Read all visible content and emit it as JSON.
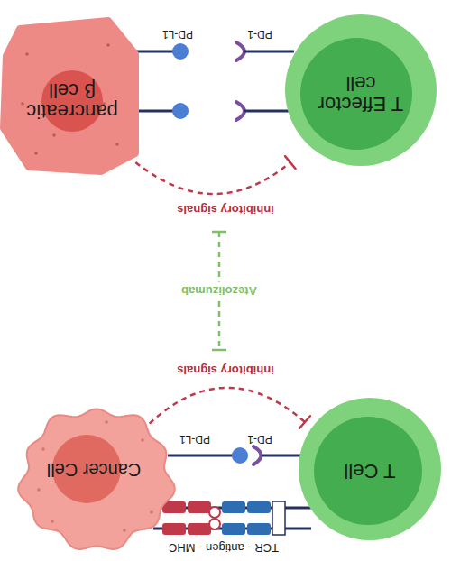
{
  "diagram": {
    "nodes": [
      {
        "text": [
          "T Cell"
        ]
      },
      {
        "text": [
          "Cancer Cell"
        ]
      },
      {
        "text": [
          "T Effector cell"
        ]
      },
      {
        "text": [
          "pancreatic β cell"
        ]
      }
    ],
    "edges": [
      {
        "from": 1,
        "to": 0,
        "arrow": "to",
        "label": "inhibitory signals"
      },
      {
        "from": 3,
        "to": 2,
        "arrow": "to",
        "label": "inhibitory signals"
      }
    ],
    "labels": [
      "TCR - antigen - MHC",
      "PD-1",
      "PD-L1",
      "Atezolizumab",
      "PD-1",
      "PD-L1"
    ]
  }
}
